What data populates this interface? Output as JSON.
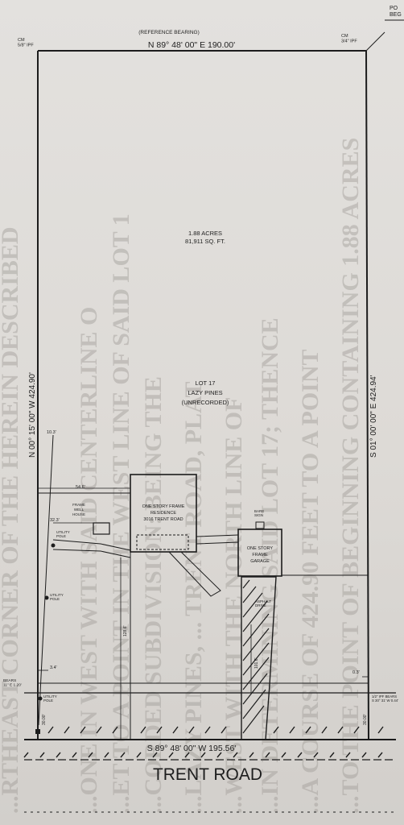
{
  "plat": {
    "reference_bearing": "(REFERENCE BEARING)",
    "north_line": "N 89° 48' 00\" E   190.00'",
    "south_line": "S 89° 48' 00\" W   195.56'",
    "west_line": "N 00° 15' 00\" W   424.90'",
    "east_line": "S 01° 00' 00\" E   424.94'",
    "corner_nw": "CM\n5/8\" IPF",
    "corner_ne": "CM\n3/4\" IPF",
    "corner_top_right": "PO\nBEG",
    "area_acres": "1.88 ACRES",
    "area_sqft": "81,911 SQ. FT.",
    "lot_number": "LOT 17",
    "subdivision": "LAZY PINES",
    "recorded_status": "(UNRECORDED)",
    "road_name": "TRENT ROAD"
  },
  "structures": {
    "residence": [
      "ONE STORY FRAME",
      "RESIDENCE",
      "3016 TRENT ROAD"
    ],
    "garage": [
      "ONE STORY",
      "FRAME",
      "GARAGE"
    ],
    "well_house": [
      "FRAME",
      "WELL",
      "HOUSE"
    ],
    "utility_pole_labels": [
      "UTILITY\nPOLE",
      "UTILITY\nPOLE",
      "UTILITY\nPOLE"
    ],
    "asphalt_drive": "ASPHALT\nDRIVE",
    "bare_sign": "BARE\nSIGN"
  },
  "dimensions": {
    "d_10_3": "10.3'",
    "d_54_6": "54.6'",
    "d_32_3": "32.3'",
    "d_128_6": "128.6'",
    "d_101_6": "101.6'",
    "d_3_4": "3.4'",
    "d_0_3": "0.3'",
    "d_30_00_left": "30.00'",
    "d_30_00_right": "30.00'",
    "d_bear": "BEARS\n11\" E  1.20'",
    "d_ipf_right": "1/2\" IPF BEARS\nS 30° 31' W  0.44'"
  },
  "background_text": [
    "...RTHEAST CORNER OF THE HEREIN DESCRIBED",
    "...ONE IN WEST WITH SAID CENTERLINE O",
    "...ET TO A POINT IN THE WEST LINE OF SAID LOT 1",
    "...CORDED SUBDIVISION: BEING THE",
    "...LAZY PINES, ... TRENT ROAD, PLAT",
    "...WEST WITH THE NORTH LINE OF",
    "...IN DETERMINING SAID LOT 17; THENCE",
    "...A COURSE OF 424.90 FEET TO A POINT",
    "...TO THE POINT OF BEGINNING CONTAINING 1.88 ACRES"
  ]
}
